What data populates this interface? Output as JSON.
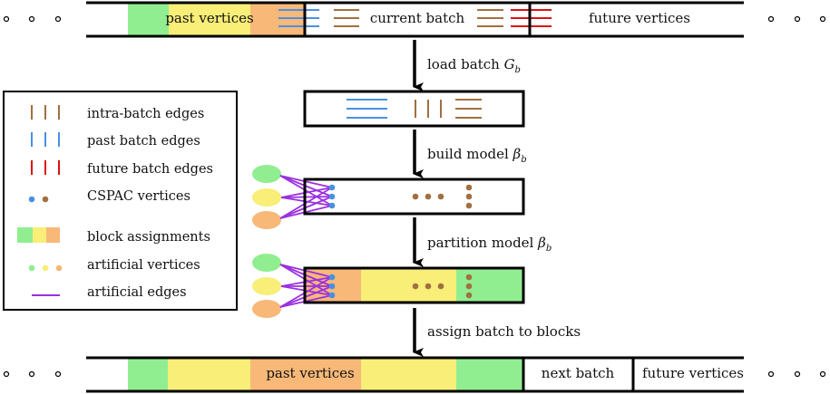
{
  "top_bar": {
    "past_vertices": "past vertices",
    "current_batch": "current batch",
    "future_vertices": "future vertices"
  },
  "bottom_bar": {
    "past_vertices": "past vertices",
    "next_batch": "next batch",
    "future_vertices": "future vertices"
  },
  "steps": {
    "load": "load batch",
    "load_math": "G",
    "build": "build model",
    "build_math": "β",
    "partition": "partition model",
    "partition_math": "β",
    "subscript": "b",
    "assign": "assign batch to blocks"
  },
  "legend": {
    "intra_batch_edges": "intra-batch edges",
    "past_batch_edges": "past batch edges",
    "future_batch_edges": "future batch edges",
    "cspac_vertices": "CSPAC vertices",
    "block_assignments": "block assignments",
    "artificial_vertices": "artificial vertices",
    "artificial_edges": "artificial edges"
  },
  "colors": {
    "green": "#90ee90",
    "yellow": "#f8ee78",
    "orange": "#f8b878",
    "blue_edge": "#4a90e2",
    "brown_edge": "#a07040",
    "red_edge": "#dd1111",
    "purple_edge": "#9b30e0"
  }
}
